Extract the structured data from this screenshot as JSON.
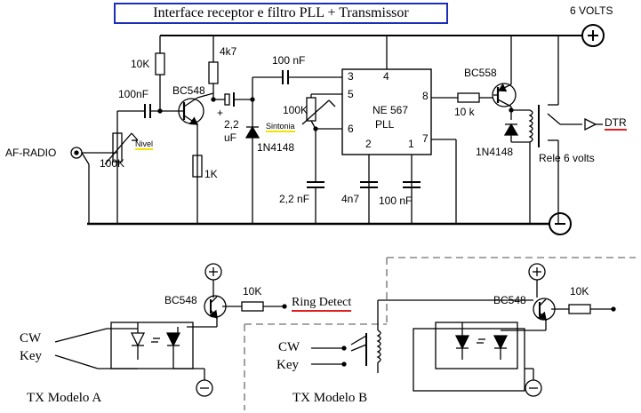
{
  "title": "Interface receptor e filtro PLL + Transmissor",
  "labels": {
    "supply_top": "6 VOLTS",
    "plus_sign": "+",
    "minus_sign": "−",
    "af_radio": "AF-RADIO",
    "r_nivel_value": "100K",
    "r_nivel_name": "Nivel",
    "c_in": "100nF",
    "r_10k_bias": "10K",
    "q1": "BC548",
    "r_4k7": "4k7",
    "c_22uf_a": "2,2",
    "c_22uf_b": "uF",
    "c_22uf_pol": "+",
    "r_1k": "1K",
    "d_1n4148_a": "1N4148",
    "c_100nf_pin3": "100 nF",
    "r_sintonia_value": "100K",
    "r_sintonia_name": "Sintonia",
    "ic_name": "NE 567",
    "ic_sub": "PLL",
    "pin3": "3",
    "pin4": "4",
    "pin5": "5",
    "pin6": "6",
    "pin8": "8",
    "pin2": "2",
    "pin1": "1",
    "pin7": "7",
    "c_22nf": "2,2 nF",
    "c_4n7": "4n7",
    "c_100nf_b": "100 nF",
    "r_10k_out": "10 k",
    "q2": "BC558",
    "d_1n4148_b": "1N4148",
    "relay": "Rele 6  volts",
    "dtr": "DTR",
    "txa_q": "BC548",
    "txa_r": "10K",
    "ring_detect": "Ring Detect",
    "txa_cw": "CW",
    "txa_key": "Key",
    "txa_name": "TX  Modelo A",
    "txb_q": "BC548",
    "txb_r": "10K",
    "txb_cw": "CW",
    "txb_key": "Key",
    "txb_name": "TX  Modelo B"
  },
  "colors": {
    "title_border": "#1a2fb5",
    "highlight_red": "#e02020",
    "highlight_yellow": "#f2e300",
    "wire": "#000000",
    "dashed": "#888888"
  }
}
